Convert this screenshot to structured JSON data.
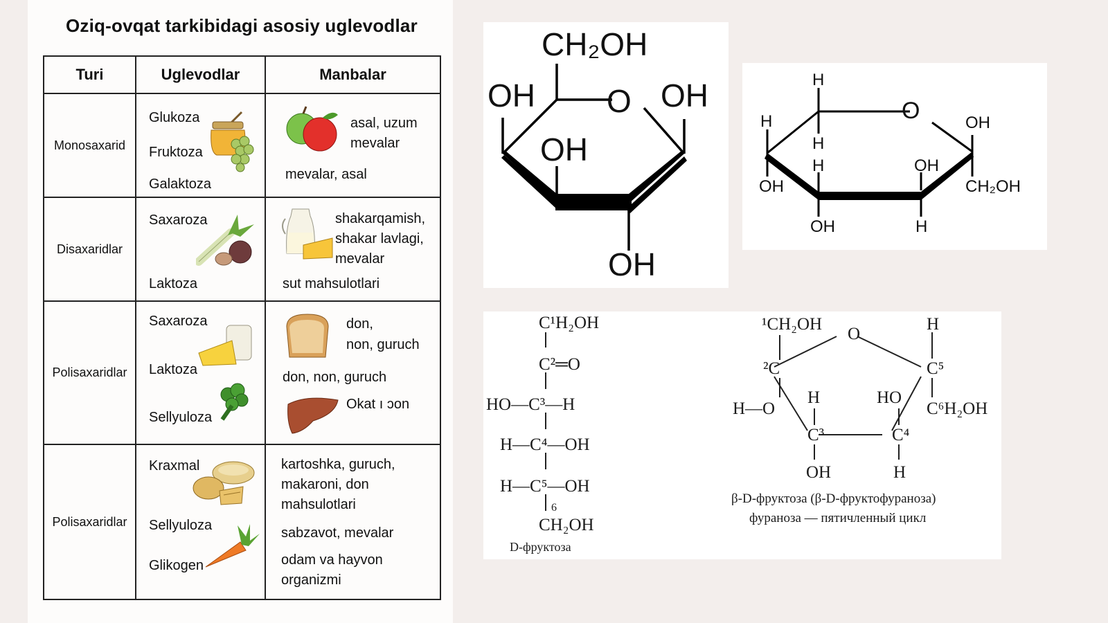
{
  "title": "Oziq-ovqat tarkibidagi asosiy uglevodlar",
  "table": {
    "headers": [
      "Turi",
      "Uglevodlar",
      "Manbalar"
    ],
    "rows": [
      {
        "type": "Monosaxarid",
        "carbs": [
          "Glukoza",
          "Fruktoza",
          "Galaktoza"
        ],
        "sources": [
          "asal, uzum",
          "mevalar",
          "mevalar, asal"
        ],
        "carb_icon": "honey-grapes-icon",
        "source_icon": "apples-icon"
      },
      {
        "type": "Disaxaridlar",
        "carbs": [
          "Saxaroza",
          "Laktoza"
        ],
        "sources": [
          "shakarqamish,",
          "shakar lavlagi,",
          "mevalar",
          "sut mahsulotlari"
        ],
        "carb_icon": "leek-beet-icon",
        "source_icon": "milk-cheese-icon"
      },
      {
        "type": "Polisaxaridlar",
        "carbs": [
          "Saxaroza",
          "Laktoza",
          "Sellyuloza"
        ],
        "sources": [
          "don,",
          "non, guruch",
          "don, non, guruch",
          "Okat ı ɔon"
        ],
        "carb_icon": "cheese-broccoli-icon",
        "source_icon": "bread-liver-icon"
      },
      {
        "type": "Polisaxaridlar",
        "carbs": [
          "Kraxmal",
          "Sellyuloza",
          "Glikogen"
        ],
        "sources": [
          "kartoshka, guruch,",
          "makaroni, don",
          "mahsulotlari",
          "sabzavot, mevalar",
          "odam va hayvon",
          "organizmi"
        ],
        "carb_icon": "grain-carrot-icon",
        "source_icon": ""
      }
    ]
  },
  "haworth": {
    "labels": [
      "CH₂OH",
      "OH",
      "O",
      "OH",
      "OH",
      "OH"
    ]
  },
  "chair": {
    "labels": [
      "H",
      "H",
      "O",
      "OH",
      "H",
      "H",
      "OH",
      "CH₂OH",
      "OH",
      "OH",
      "H"
    ]
  },
  "fischer": {
    "lines": [
      "C¹H₂OH",
      "C²═O",
      "HO—C³—H",
      "H—C⁴—OH",
      "H—C⁵—OH",
      "6",
      "CH₂OH"
    ],
    "caption": "D-фруктоза"
  },
  "furanose": {
    "labels": [
      "¹CH₂OH",
      "O",
      "H",
      "²C",
      "C⁵",
      "H—O",
      "H",
      "HO",
      "C⁶H₂OH",
      "C³",
      "C⁴",
      "OH",
      "H"
    ],
    "caption_line1": "β-D-фруктоза (β-D-фруктофураноза)",
    "caption_line2": "фураноза — пятичленный цикл"
  }
}
